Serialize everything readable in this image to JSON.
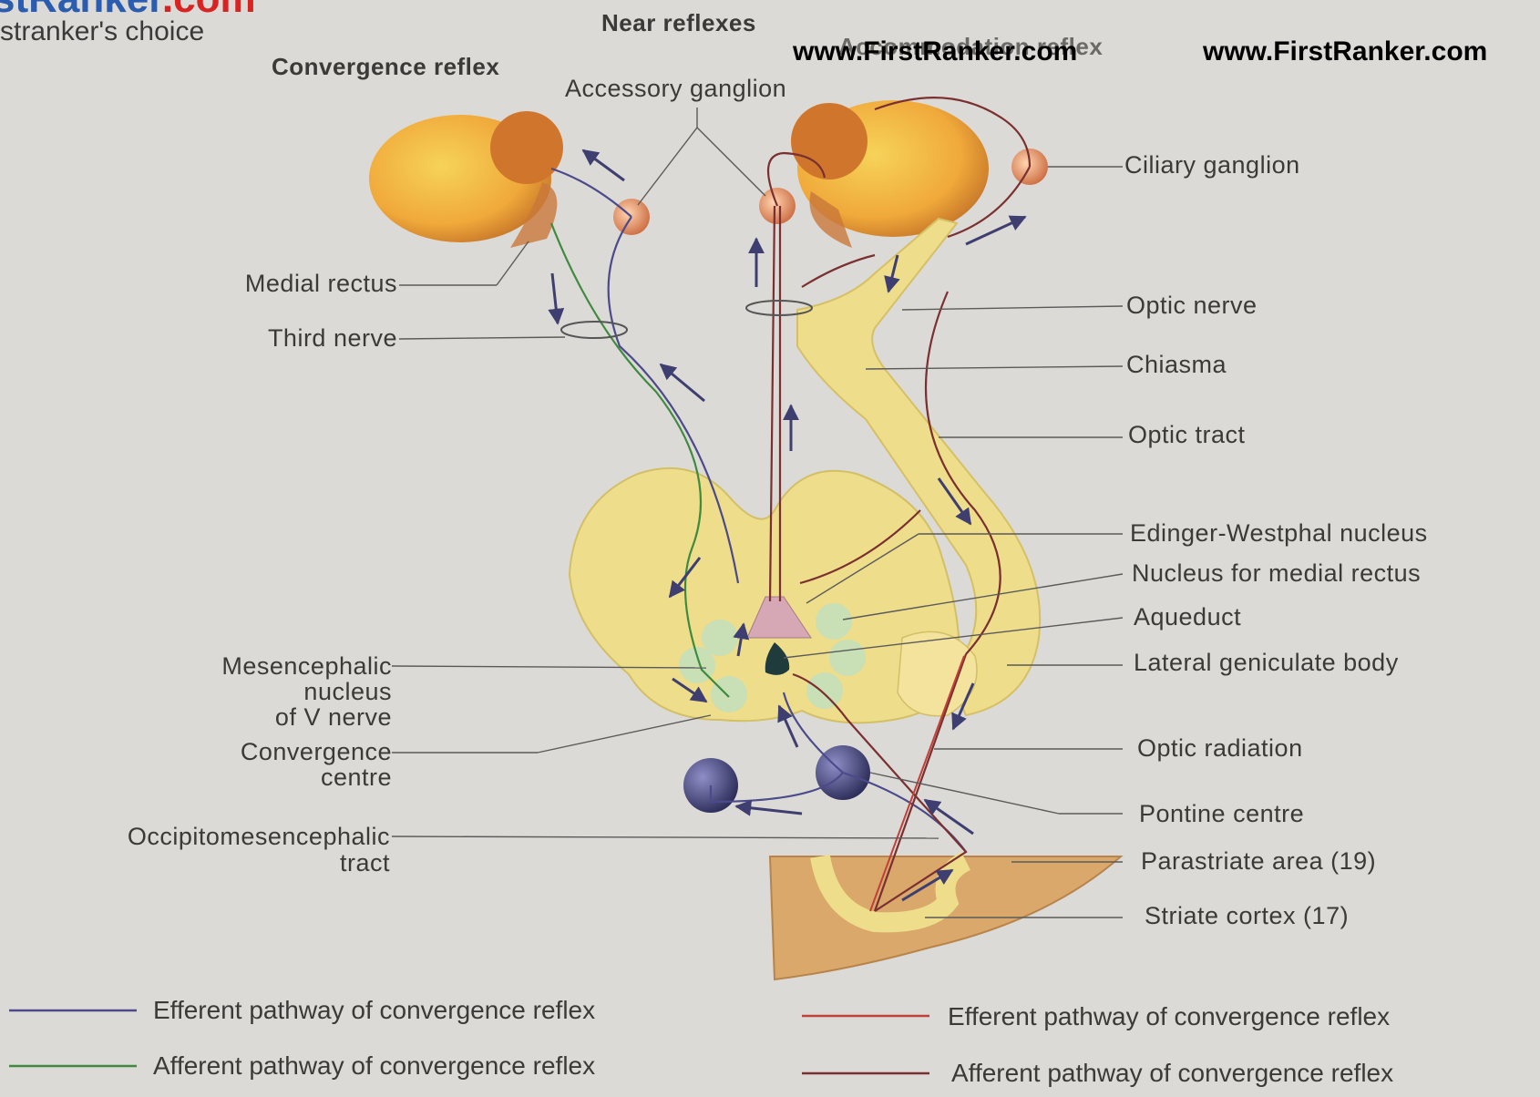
{
  "branding": {
    "logo_text": "stRanker",
    "logo_suffix": ".com",
    "tagline": "stranker's choice"
  },
  "watermarks": [
    "www.FirstRanker.com",
    "www.FirstRanker.com"
  ],
  "headings": {
    "near_reflexes": "Near reflexes",
    "convergence_reflex": "Convergence reflex",
    "accommodation_reflex": "Accommodation reflex",
    "accessory_ganglion": "Accessory ganglion"
  },
  "left_labels": {
    "medial_rectus": "Medial rectus",
    "third_nerve": "Third nerve",
    "mesencephalic_1": "Mesencephalic",
    "mesencephalic_2": "nucleus",
    "mesencephalic_3": "of V nerve",
    "convergence_centre_1": "Convergence",
    "convergence_centre_2": "centre",
    "occipito_1": "Occipitomesencephalic",
    "occipito_2": "tract"
  },
  "right_labels": {
    "ciliary_ganglion": "Ciliary ganglion",
    "optic_nerve": "Optic nerve",
    "chiasma": "Chiasma",
    "optic_tract": "Optic tract",
    "edinger_westphal": "Edinger-Westphal nucleus",
    "nucleus_medial_rectus": "Nucleus for medial rectus",
    "aqueduct": "Aqueduct",
    "lateral_geniculate": "Lateral geniculate body",
    "optic_radiation": "Optic radiation",
    "pontine_centre": "Pontine centre",
    "parastriate": "Parastriate area (19)",
    "striate": "Striate cortex (17)"
  },
  "legend": [
    {
      "text": "Efferent pathway of convergence reflex",
      "color": "#4b4a8a"
    },
    {
      "text": "Afferent pathway of convergence reflex",
      "color": "#3f8a3f"
    },
    {
      "text": "Efferent pathway of convergence reflex",
      "color": "#c0403a"
    },
    {
      "text": "Afferent pathway of convergence reflex",
      "color": "#7a3030"
    }
  ],
  "colors": {
    "brain": "#eedd8a",
    "eye": "#f2b53a",
    "cortex": "#d9a86a",
    "nucleus_green": "#bfe0c0",
    "pontine": "#3e3e70"
  }
}
